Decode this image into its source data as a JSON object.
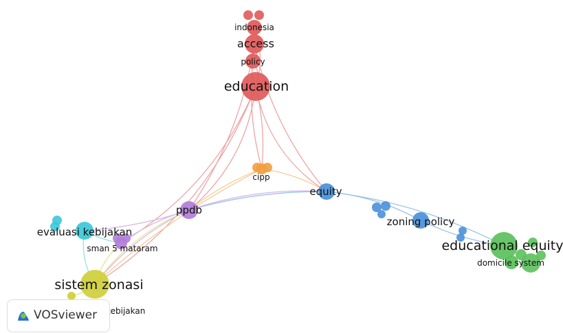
{
  "colors": {
    "red": "#e05a5a",
    "blue": "#4a90d9",
    "green": "#5cc05c",
    "yellow": "#cfcf3c",
    "cyan": "#3cc8d8",
    "purple": "#b07ed8",
    "orange": "#f0a040"
  },
  "nodes": [
    {
      "id": "indonesia",
      "label": "indonesia",
      "cluster": "red"
    },
    {
      "id": "access",
      "label": "access",
      "cluster": "red"
    },
    {
      "id": "policy",
      "label": "policy",
      "cluster": "red"
    },
    {
      "id": "education",
      "label": "education",
      "cluster": "red"
    },
    {
      "id": "cipp",
      "label": "cipp",
      "cluster": "orange"
    },
    {
      "id": "equity",
      "label": "equity",
      "cluster": "blue"
    },
    {
      "id": "zoning-policy",
      "label": "zoning policy",
      "cluster": "blue"
    },
    {
      "id": "ppdb",
      "label": "ppdb",
      "cluster": "purple"
    },
    {
      "id": "evaluasi-kebijakan",
      "label": "evaluasi kebijakan",
      "cluster": "cyan"
    },
    {
      "id": "sman-5-mataram",
      "label": "sman 5 mataram",
      "cluster": "purple"
    },
    {
      "id": "sistem-zonasi",
      "label": "sistem zonasi",
      "cluster": "yellow"
    },
    {
      "id": "implementasi-kebijakan",
      "label": "implementasi kebijakan",
      "cluster": "yellow"
    },
    {
      "id": "educational-equity",
      "label": "educational equity",
      "cluster": "green"
    },
    {
      "id": "domicile-system",
      "label": "domicile system",
      "cluster": "green"
    }
  ],
  "badge": {
    "text": "VOSviewer",
    "icon": "vosviewer-logo-icon"
  }
}
